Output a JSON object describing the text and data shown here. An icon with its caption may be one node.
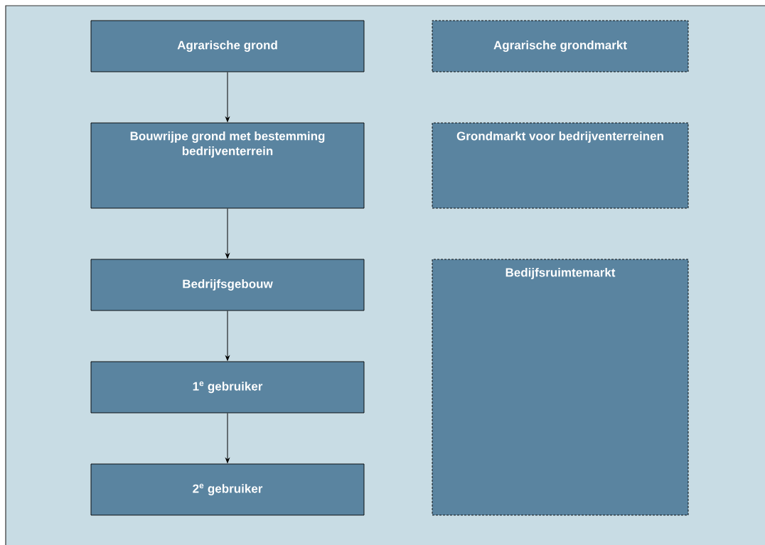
{
  "diagram": {
    "nodes": [
      {
        "text": [
          "Agrarische grond"
        ]
      },
      {
        "text": [
          "Agrarische grondmarkt"
        ]
      },
      {
        "text": [
          "Bouwrijpe grond met bestemming bedrijventerrein"
        ]
      },
      {
        "text": [
          "Grondmarkt voor bedrijventerreinen"
        ]
      },
      {
        "text": [
          "Bedrijfsgebouw"
        ]
      },
      {
        "text": [
          "Bedijfsruimtemarkt"
        ]
      },
      {
        "text": [
          "1$^{e}$ gebruiker"
        ]
      },
      {
        "text": [
          "2$^{e}$ gebruiker"
        ]
      }
    ],
    "edges": [
      {
        "from": 0,
        "to": 2,
        "arrow": "to"
      },
      {
        "from": 2,
        "to": 4,
        "arrow": "to"
      },
      {
        "from": 4,
        "to": 6,
        "arrow": "to"
      },
      {
        "from": 6,
        "to": 7,
        "arrow": "to"
      }
    ]
  }
}
